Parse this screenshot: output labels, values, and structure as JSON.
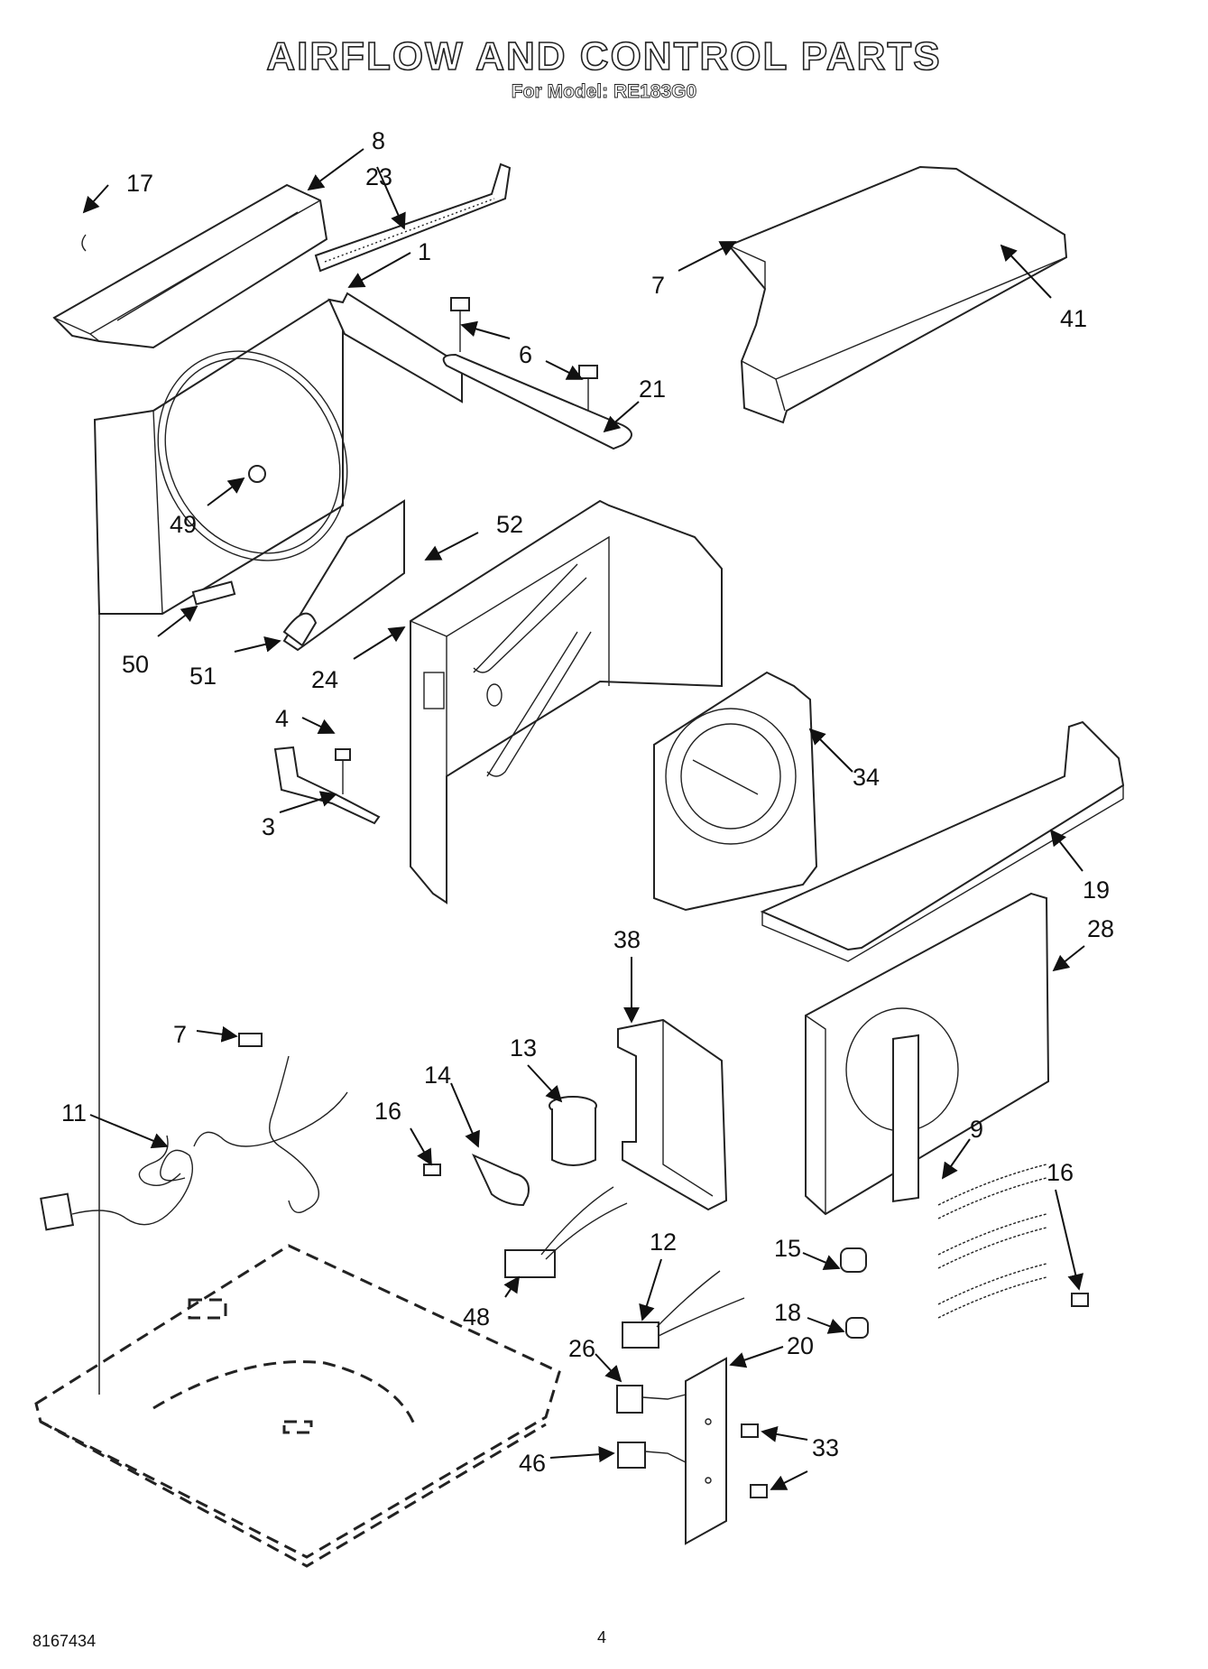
{
  "title": "AIRFLOW AND CONTROL PARTS",
  "subtitle": "For Model: RE183G0",
  "document_number": "8167434",
  "page_number": "4",
  "callouts": [
    {
      "id": "c8",
      "label": "8"
    },
    {
      "id": "c17",
      "label": "17"
    },
    {
      "id": "c23",
      "label": "23"
    },
    {
      "id": "c1",
      "label": "1"
    },
    {
      "id": "c7a",
      "label": "7"
    },
    {
      "id": "c41",
      "label": "41"
    },
    {
      "id": "c6",
      "label": "6"
    },
    {
      "id": "c21",
      "label": "21"
    },
    {
      "id": "c49",
      "label": "49"
    },
    {
      "id": "c52",
      "label": "52"
    },
    {
      "id": "c50",
      "label": "50"
    },
    {
      "id": "c51",
      "label": "51"
    },
    {
      "id": "c24",
      "label": "24"
    },
    {
      "id": "c4",
      "label": "4"
    },
    {
      "id": "c34",
      "label": "34"
    },
    {
      "id": "c3",
      "label": "3"
    },
    {
      "id": "c19",
      "label": "19"
    },
    {
      "id": "c38",
      "label": "38"
    },
    {
      "id": "c28",
      "label": "28"
    },
    {
      "id": "c7b",
      "label": "7"
    },
    {
      "id": "c13",
      "label": "13"
    },
    {
      "id": "c14",
      "label": "14"
    },
    {
      "id": "c16a",
      "label": "16"
    },
    {
      "id": "c11",
      "label": "11"
    },
    {
      "id": "c9",
      "label": "9"
    },
    {
      "id": "c16b",
      "label": "16"
    },
    {
      "id": "c15",
      "label": "15"
    },
    {
      "id": "c12",
      "label": "12"
    },
    {
      "id": "c48",
      "label": "48"
    },
    {
      "id": "c18",
      "label": "18"
    },
    {
      "id": "c26",
      "label": "26"
    },
    {
      "id": "c20",
      "label": "20"
    },
    {
      "id": "c33",
      "label": "33"
    },
    {
      "id": "c46",
      "label": "46"
    }
  ]
}
